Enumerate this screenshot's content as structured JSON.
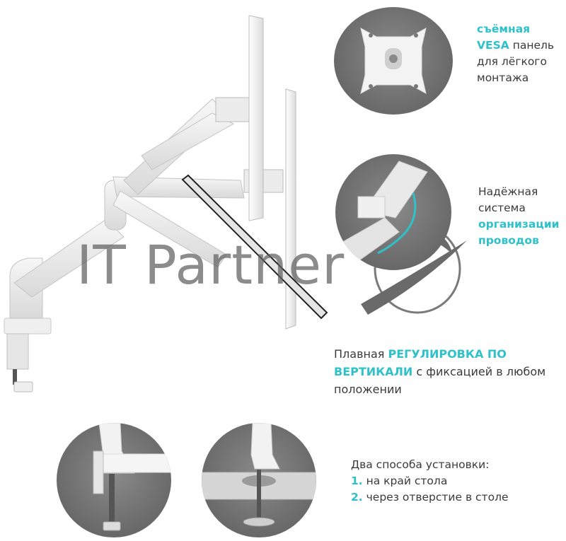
{
  "colors": {
    "accent": "#2fc1c9",
    "text": "#3a3a3a",
    "circle_bg": "#6e6e6e",
    "watermark": "#5f5f5f"
  },
  "watermark": {
    "text": "IT Partner"
  },
  "features": {
    "vesa": {
      "accent": "съёмная VESA",
      "rest": "панель для лёгкого монтажа"
    },
    "cable": {
      "plain": "Надёжная система",
      "accent": "организации проводов"
    },
    "vertical": {
      "plain_before": "Плавная",
      "accent": "РЕГУЛИРОВКА ПО ВЕРТИКАЛИ",
      "plain_after": "с фиксацией в любом положении"
    },
    "mounting": {
      "title": "Два способа установки:",
      "options": [
        {
          "num": "1.",
          "text": "на край стола"
        },
        {
          "num": "2.",
          "text": "через отверстие в столе"
        }
      ]
    }
  },
  "icons": {
    "logo": "it-partner-swoosh-icon"
  }
}
